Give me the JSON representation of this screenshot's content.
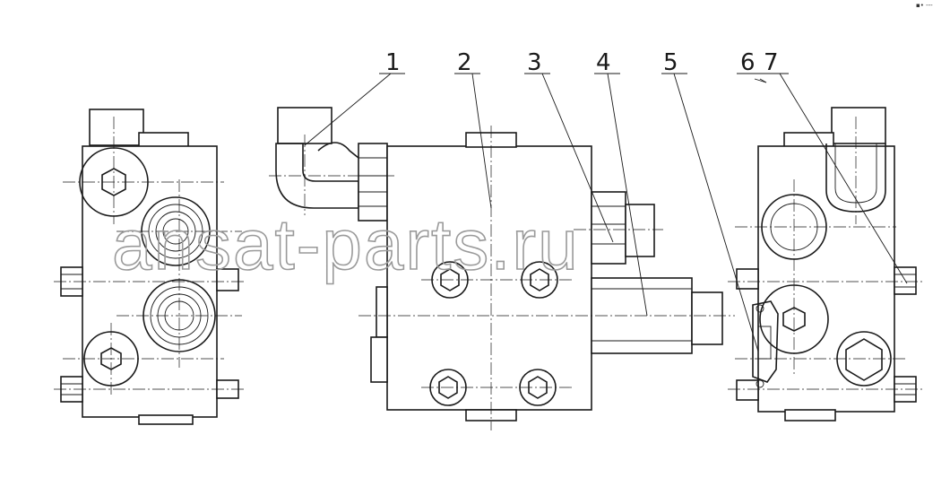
{
  "callouts": [
    "1",
    "2",
    "3",
    "4",
    "5",
    "6",
    "7"
  ],
  "watermark": "ansat-parts.ru",
  "corner_mark": "▪• ---"
}
